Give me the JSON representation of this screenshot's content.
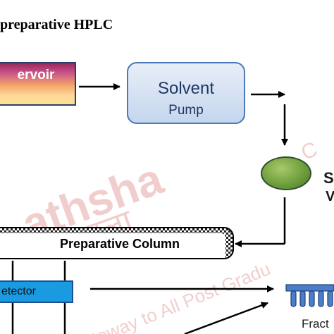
{
  "title": "preparative HPLC",
  "nodes": {
    "reservoir": "ervoir",
    "pump_line1": "Solvent",
    "pump_line2": "Pump",
    "injector_side_1": "S",
    "injector_side_2": "V",
    "column": "Preparative Column",
    "detector": "etector",
    "fraction": "Fract"
  },
  "watermark": {
    "brand": "athsha",
    "devanagari": "ठशाला",
    "tagline": "teway to All Post Gradu",
    "tagline2": "C"
  },
  "colors": {
    "arrow": "#000000",
    "pump_border": "#4a78b8",
    "detector_fill": "#1a9ae0",
    "collector_fill": "#4a7ec8",
    "watermark": "#e9b9b9"
  },
  "icons": [
    "hplc-flow-arrow",
    "fraction-collector-icon"
  ]
}
